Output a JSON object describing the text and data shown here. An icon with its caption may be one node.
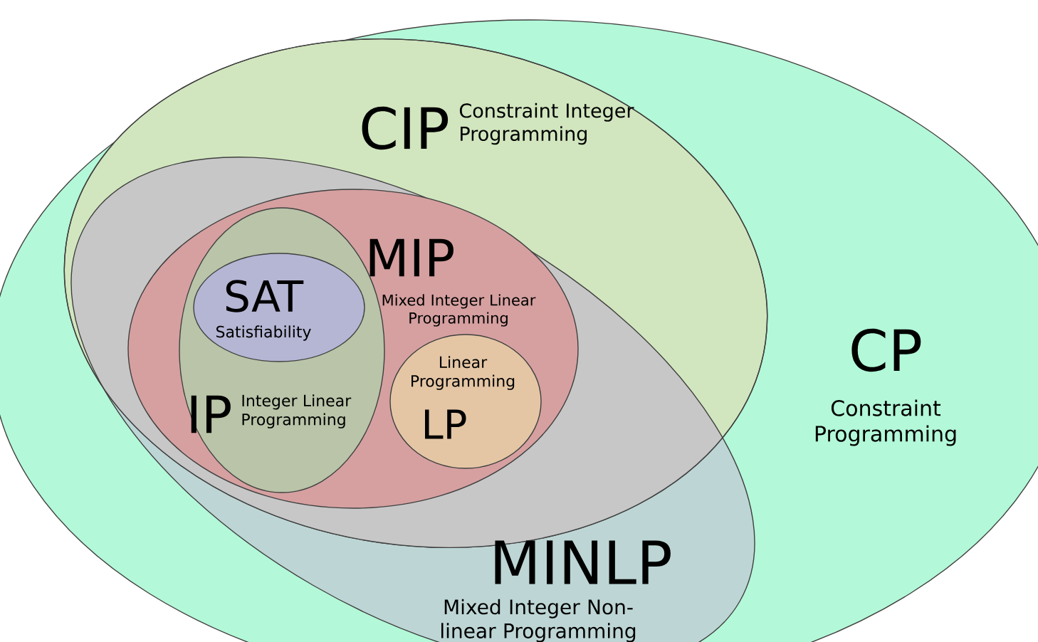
{
  "diagram": {
    "nodes": [
      {
        "text": [
          "CP",
          "Constraint Programming"
        ]
      },
      {
        "text": [
          "CIP",
          "Constraint Integer Programming"
        ],
        "in": 0
      },
      {
        "text": [
          "MINLP",
          "Mixed Integer Non-linear Programming"
        ],
        "in": 0
      },
      {
        "text": [
          "MIP",
          "Mixed Integer Linear Programming"
        ]
      },
      {
        "text": [
          "IP",
          "Integer Linear Programming"
        ],
        "in": 3
      },
      {
        "text": [
          "SAT",
          "Satisfiability"
        ],
        "in": 4
      },
      {
        "text": [
          "Linear Programming",
          "LP"
        ],
        "in": 3
      }
    ]
  }
}
